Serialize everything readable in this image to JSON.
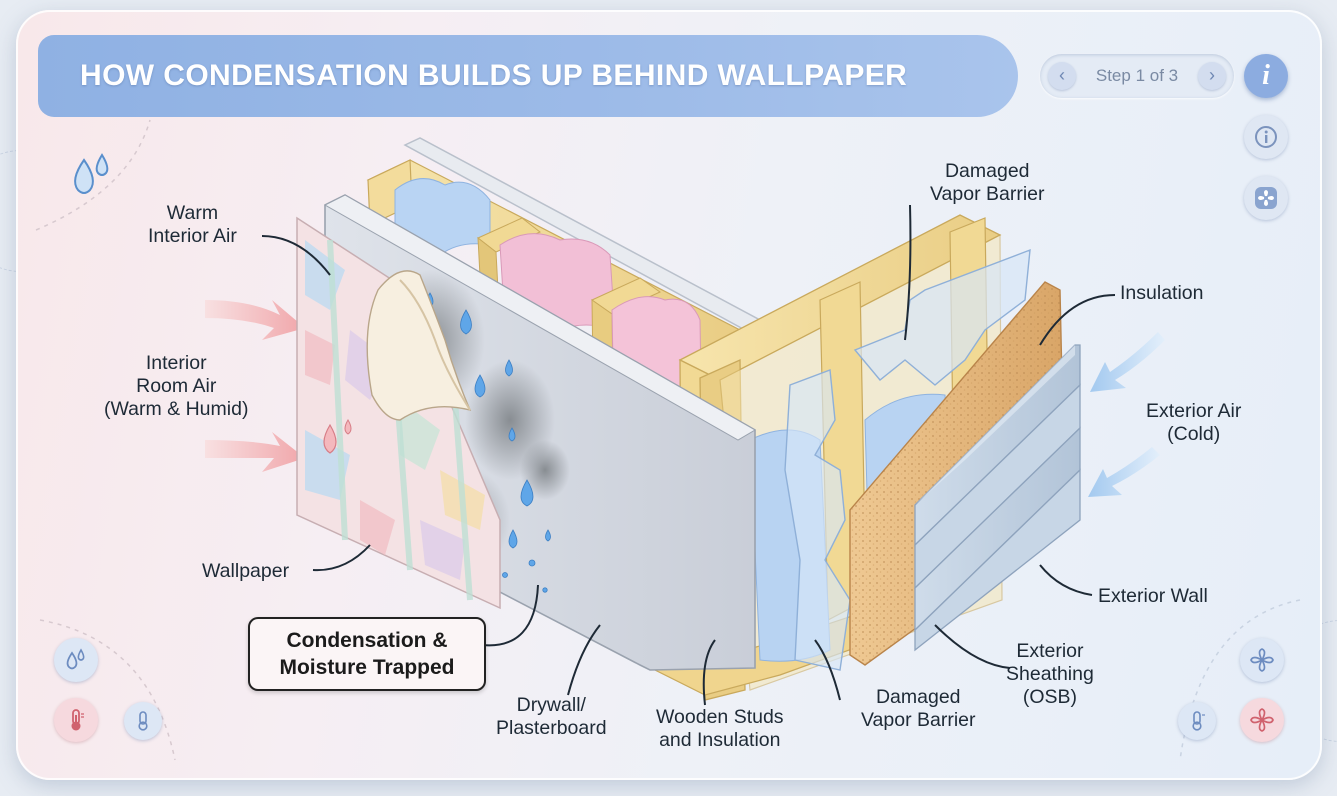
{
  "title": "HOW CONDENSATION BUILDS UP BEHIND WALLPAPER",
  "stepper": {
    "prev": "‹",
    "label": "Step 1 of 3",
    "next": "›"
  },
  "info_button": "i",
  "labels": {
    "warm_interior_air": "Warm\nInterior Air",
    "interior_room_air": "Interior\nRoom Air\n(Warm & Humid)",
    "wallpaper": "Wallpaper",
    "condensation": "Condensation &\nMoisture Trapped",
    "drywall": "Drywall/\nPlasterboard",
    "wooden_studs": "Wooden Studs\nand Insulation",
    "damaged_vapor_barrier_bottom": "Damaged\nVapor Barrier",
    "damaged_vapor_barrier_top": "Damaged\nVapor Barrier",
    "insulation": "Insulation",
    "exterior_air": "Exterior Air\n(Cold)",
    "exterior_wall": "Exterior Wall",
    "exterior_sheathing": "Exterior\nSheathing\n(OSB)"
  },
  "icons": {
    "info": "info-circle-icon",
    "fan": "fan-icon",
    "water_drops": "water-drops-icon",
    "thermometer": "thermometer-icon"
  },
  "colors": {
    "banner": "#95b5e6",
    "warm_arrow": "#f2a9aa",
    "cold_arrow": "#a9cdf0",
    "insulation_pink": "#f2bcd4",
    "insulation_blue": "#b8d3f2",
    "wood": "#f3dc9c",
    "osb": "#e5b67a"
  }
}
